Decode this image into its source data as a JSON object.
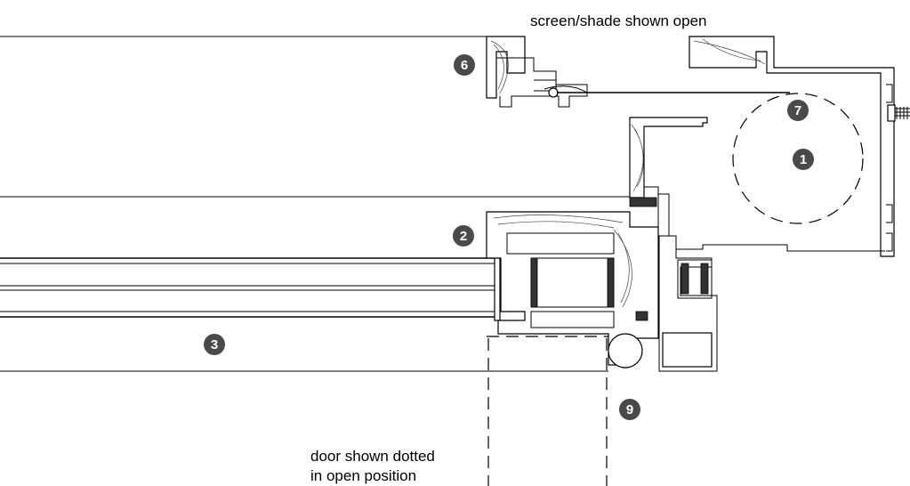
{
  "labels": {
    "screen_note": "screen/shade shown open",
    "door_note_line1": "door shown dotted",
    "door_note_line2": "in open position"
  },
  "callouts": {
    "c1": "1",
    "c2": "2",
    "c3": "3",
    "c6": "6",
    "c7": "7",
    "c9": "9"
  },
  "colors": {
    "callout_fill": "#4a4a4a",
    "line": "#000000",
    "background": "#ffffff"
  }
}
